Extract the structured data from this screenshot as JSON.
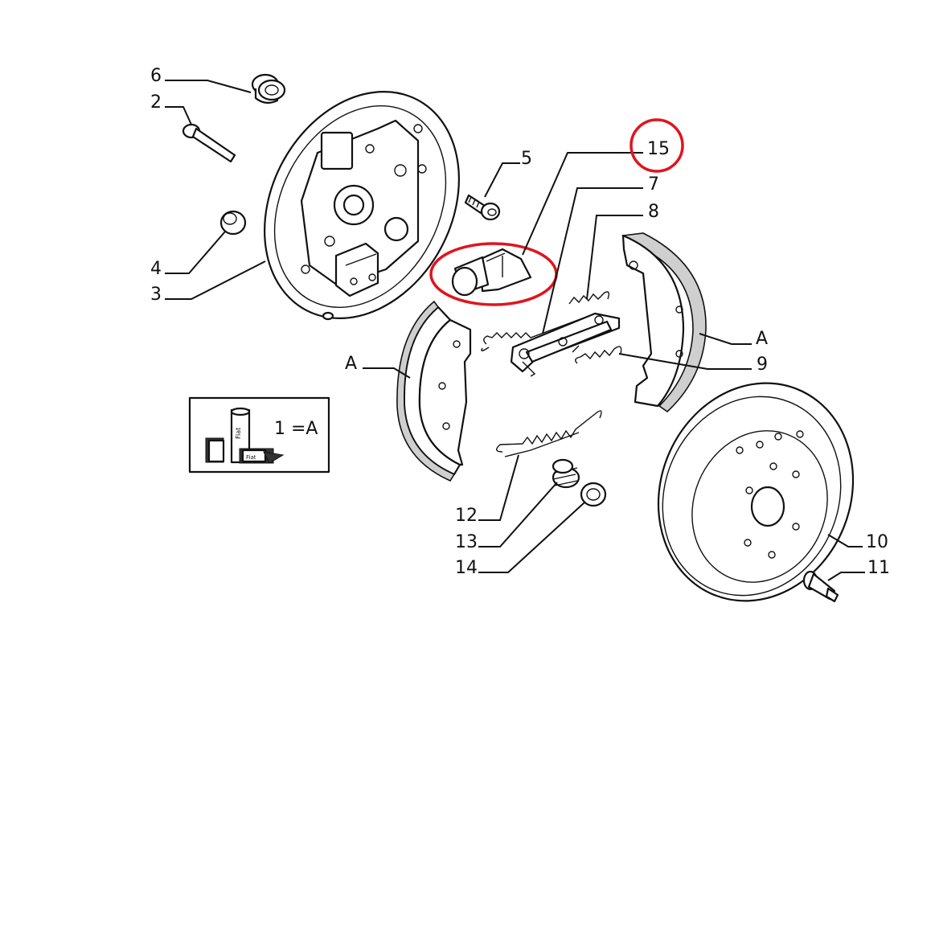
{
  "diagram": {
    "labels": {
      "p6": "6",
      "p2": "2",
      "p4": "4",
      "p3": "3",
      "p5": "5",
      "p15": "15",
      "p7": "7",
      "p8": "8",
      "pA_left": "A",
      "pA_right": "A",
      "p9": "9",
      "p12": "12",
      "p13": "13",
      "p14": "14",
      "p10": "10",
      "p11": "11"
    },
    "kit_box": {
      "equation": "1 =A",
      "tube_text": "Fiat",
      "box_text": "Fiat"
    },
    "highlight_color": "#e0141e"
  }
}
